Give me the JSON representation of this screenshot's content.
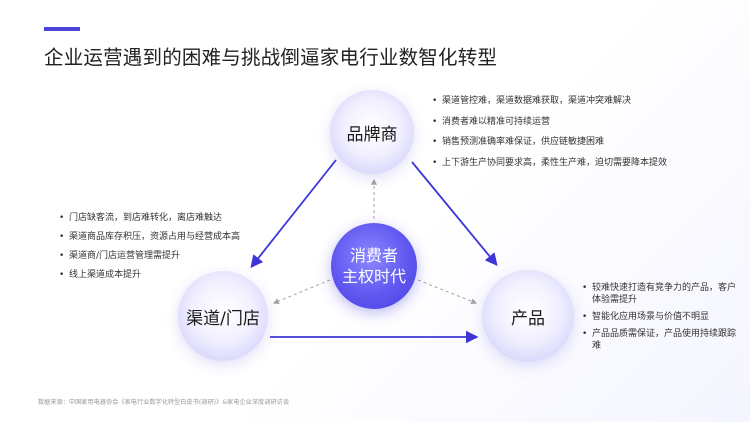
{
  "title": "企业运营遇到的困难与挑战倒逼家电行业数智化转型",
  "colors": {
    "accent": "#4a45d8",
    "arrow_solid": "#3d35d6",
    "arrow_dashed": "#a3a3a3",
    "center_circle": "#5f57f0"
  },
  "nodes": {
    "brand": "品牌商",
    "channel": "渠道/门店",
    "product": "产品",
    "center_line1": "消费者",
    "center_line2": "主权时代"
  },
  "brand_points": [
    "渠道管控难，渠道数据难获取，渠道冲突难解决",
    "消费者难以精准可持续运营",
    "销售预测准确率难保证，供应链敏捷困难",
    "上下游生产协同要求高，柔性生产难，迫切需要降本提效"
  ],
  "channel_points": [
    "门店缺客流，到店难转化，离店难触达",
    "渠道商品库存积压，资源占用与经营成本高",
    "渠道商/门店运营管理需提升",
    "线上渠道成本提升"
  ],
  "product_points": [
    "较难快速打造有竞争力的产品，客户体验需提升",
    "智能化应用场景与价值不明显",
    "产品品质需保证，产品使用持续跟踪难"
  ],
  "source": "数据来源：中国家用电器协会《家电行业数字化转型白皮书(调研)》&家电企业深度调研访谈"
}
